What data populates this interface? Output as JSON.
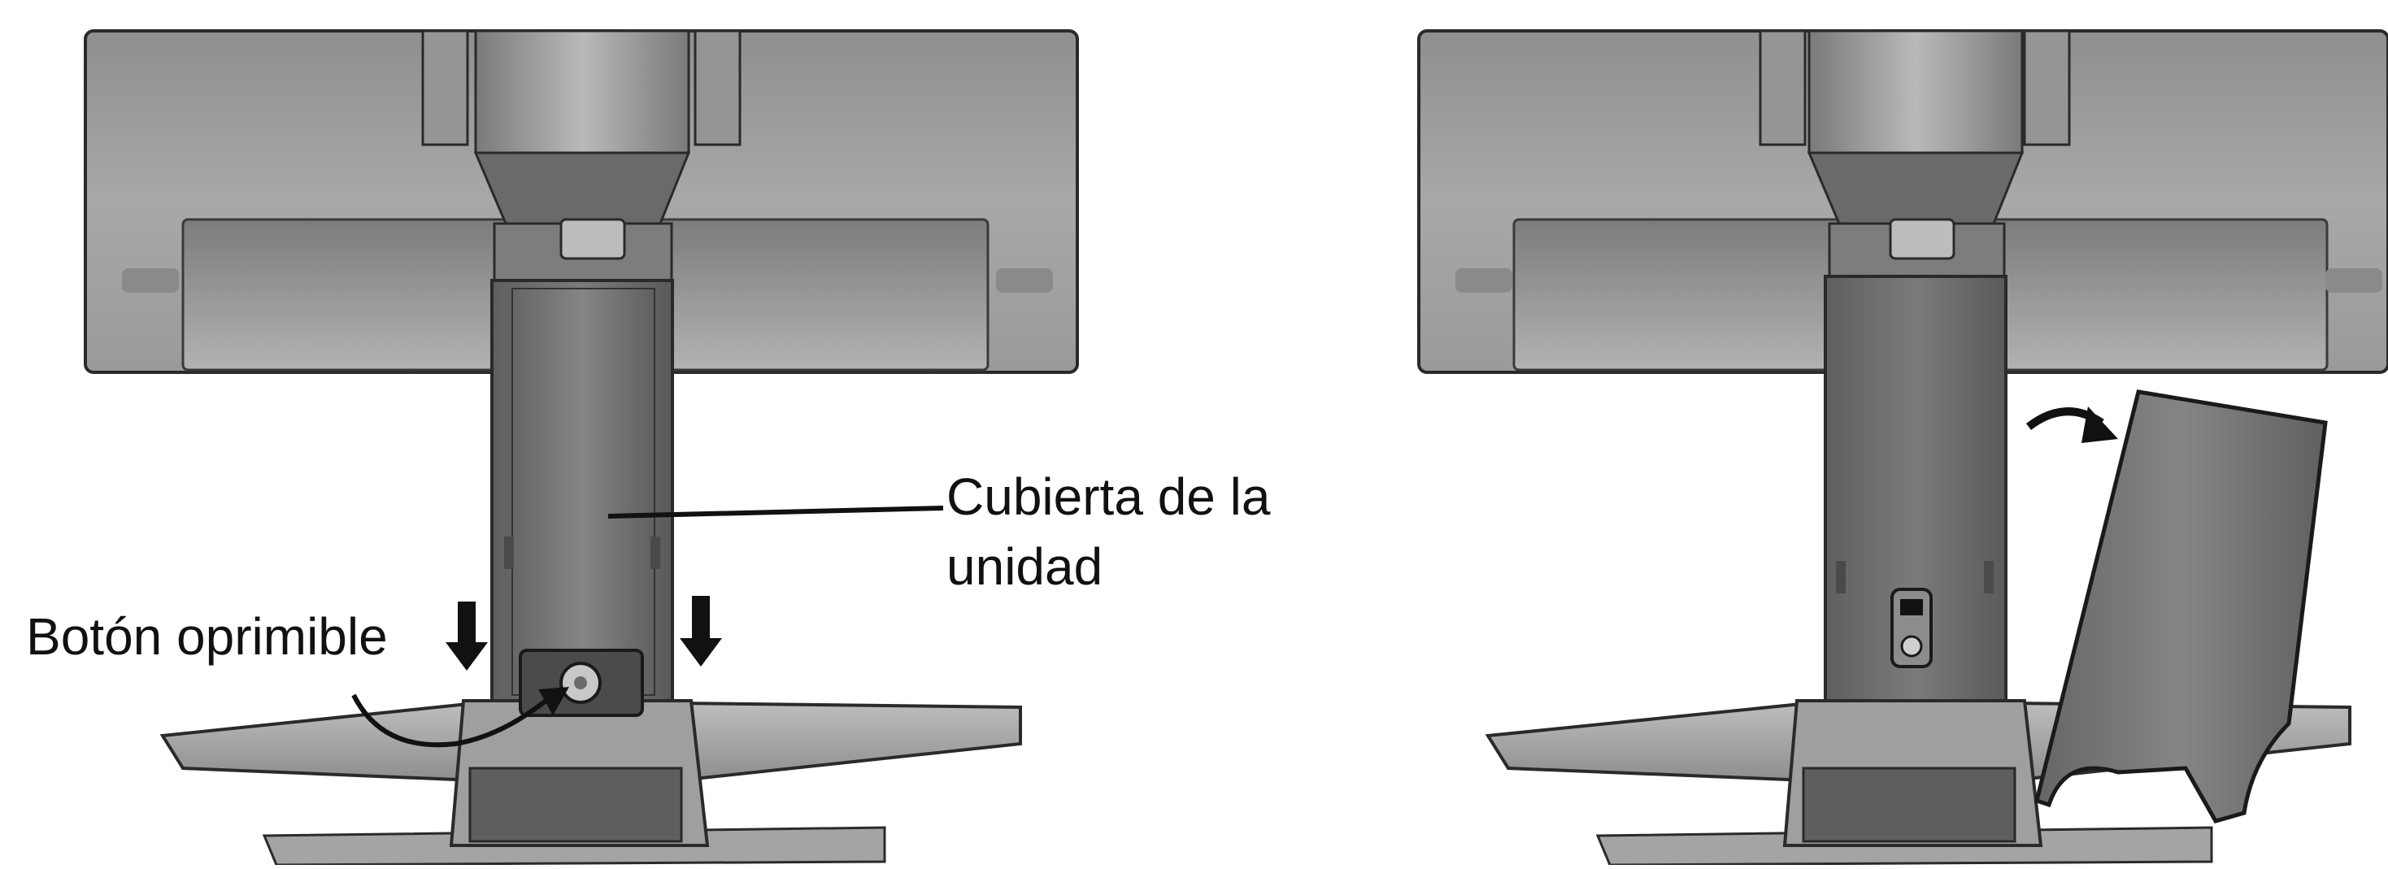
{
  "figure": {
    "panels": [
      "left-stand-cover-attached",
      "right-stand-cover-removed"
    ],
    "callouts": {
      "cover_line1": "Cubierta de la",
      "cover_line2": "unidad",
      "push_button": "Botón oprimible"
    },
    "colors": {
      "monitor_body": "#9c9c9c",
      "stand_column": "#6f6f6f",
      "base": "#a7a7a7",
      "outline": "#2a2a2a",
      "arrow": "#111111"
    }
  }
}
